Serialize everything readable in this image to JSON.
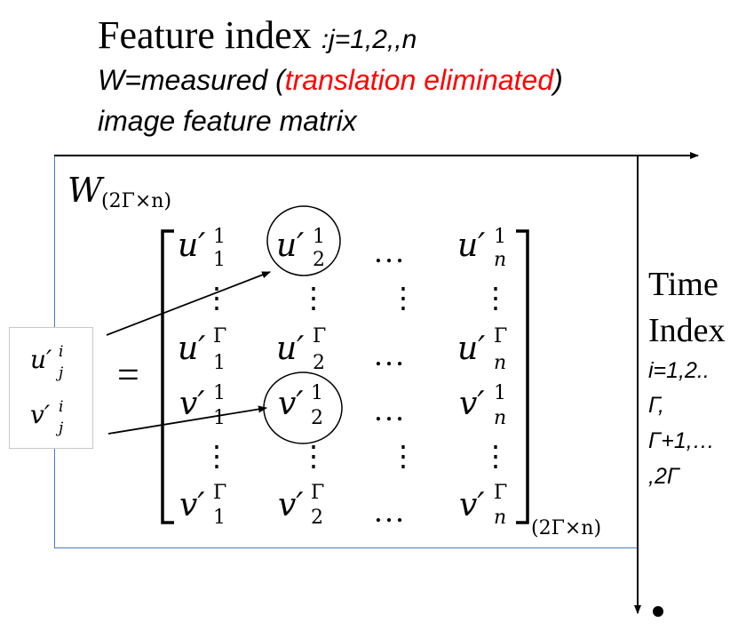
{
  "header": {
    "title_main": "Feature index ",
    "title_range": ":j=1,2,,n",
    "line2_prefix": "W=measured (",
    "line2_red": "translation eliminated",
    "line2_suffix": ")",
    "line3": "image feature matrix"
  },
  "matrix": {
    "name": "W",
    "dim": "(2Γ×n)",
    "equals": "=",
    "dim_after": "(2Γ×n)",
    "dots": "…",
    "vdots": "⋮",
    "cells": [
      [
        "u′",
        "1",
        "1"
      ],
      [
        "u′",
        "1",
        "2"
      ],
      [
        "u′",
        "1",
        "n"
      ],
      [
        "u′",
        "Γ",
        "1"
      ],
      [
        "u′",
        "Γ",
        "2"
      ],
      [
        "u′",
        "Γ",
        "n"
      ],
      [
        "v′",
        "1",
        "1"
      ],
      [
        "v′",
        "1",
        "2"
      ],
      [
        "v′",
        "1",
        "n"
      ],
      [
        "v′",
        "Γ",
        "1"
      ],
      [
        "v′",
        "Γ",
        "2"
      ],
      [
        "v′",
        "Γ",
        "n"
      ]
    ]
  },
  "vector": {
    "top_base": "u′",
    "bottom_base": "v′",
    "sup": "i",
    "sub": "j"
  },
  "time_index": {
    "line1": "Time",
    "line2": "Index",
    "line3": "i=1,2..",
    "line4": "Γ,",
    "line5": "Γ+1,…",
    "line6": ",2Γ"
  }
}
